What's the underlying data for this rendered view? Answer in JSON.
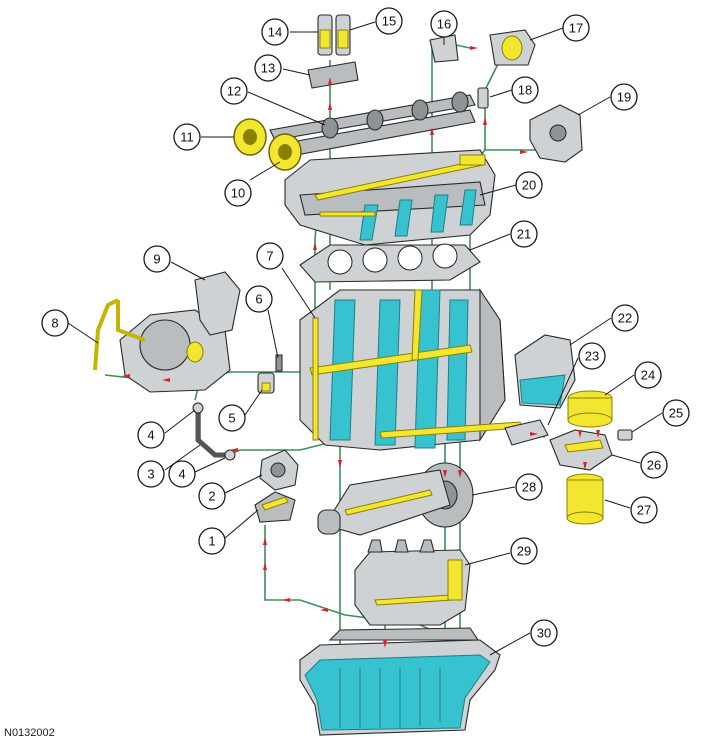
{
  "figure_id": "N0132002",
  "callouts": [
    {
      "n": "1"
    },
    {
      "n": "2"
    },
    {
      "n": "3"
    },
    {
      "n": "4"
    },
    {
      "n": "4"
    },
    {
      "n": "5"
    },
    {
      "n": "6"
    },
    {
      "n": "7"
    },
    {
      "n": "8"
    },
    {
      "n": "9"
    },
    {
      "n": "10"
    },
    {
      "n": "11"
    },
    {
      "n": "12"
    },
    {
      "n": "13"
    },
    {
      "n": "14"
    },
    {
      "n": "15"
    },
    {
      "n": "16"
    },
    {
      "n": "17"
    },
    {
      "n": "18"
    },
    {
      "n": "19"
    },
    {
      "n": "20"
    },
    {
      "n": "21"
    },
    {
      "n": "22"
    },
    {
      "n": "23"
    },
    {
      "n": "24"
    },
    {
      "n": "25"
    },
    {
      "n": "26"
    },
    {
      "n": "27"
    },
    {
      "n": "28"
    },
    {
      "n": "29"
    },
    {
      "n": "30"
    }
  ],
  "colors": {
    "oil_passage": "#f2e630",
    "oil_reservoir": "#36c3cf",
    "flow_line": "#3b8f5e",
    "flow_arrow": "#d8222a"
  }
}
